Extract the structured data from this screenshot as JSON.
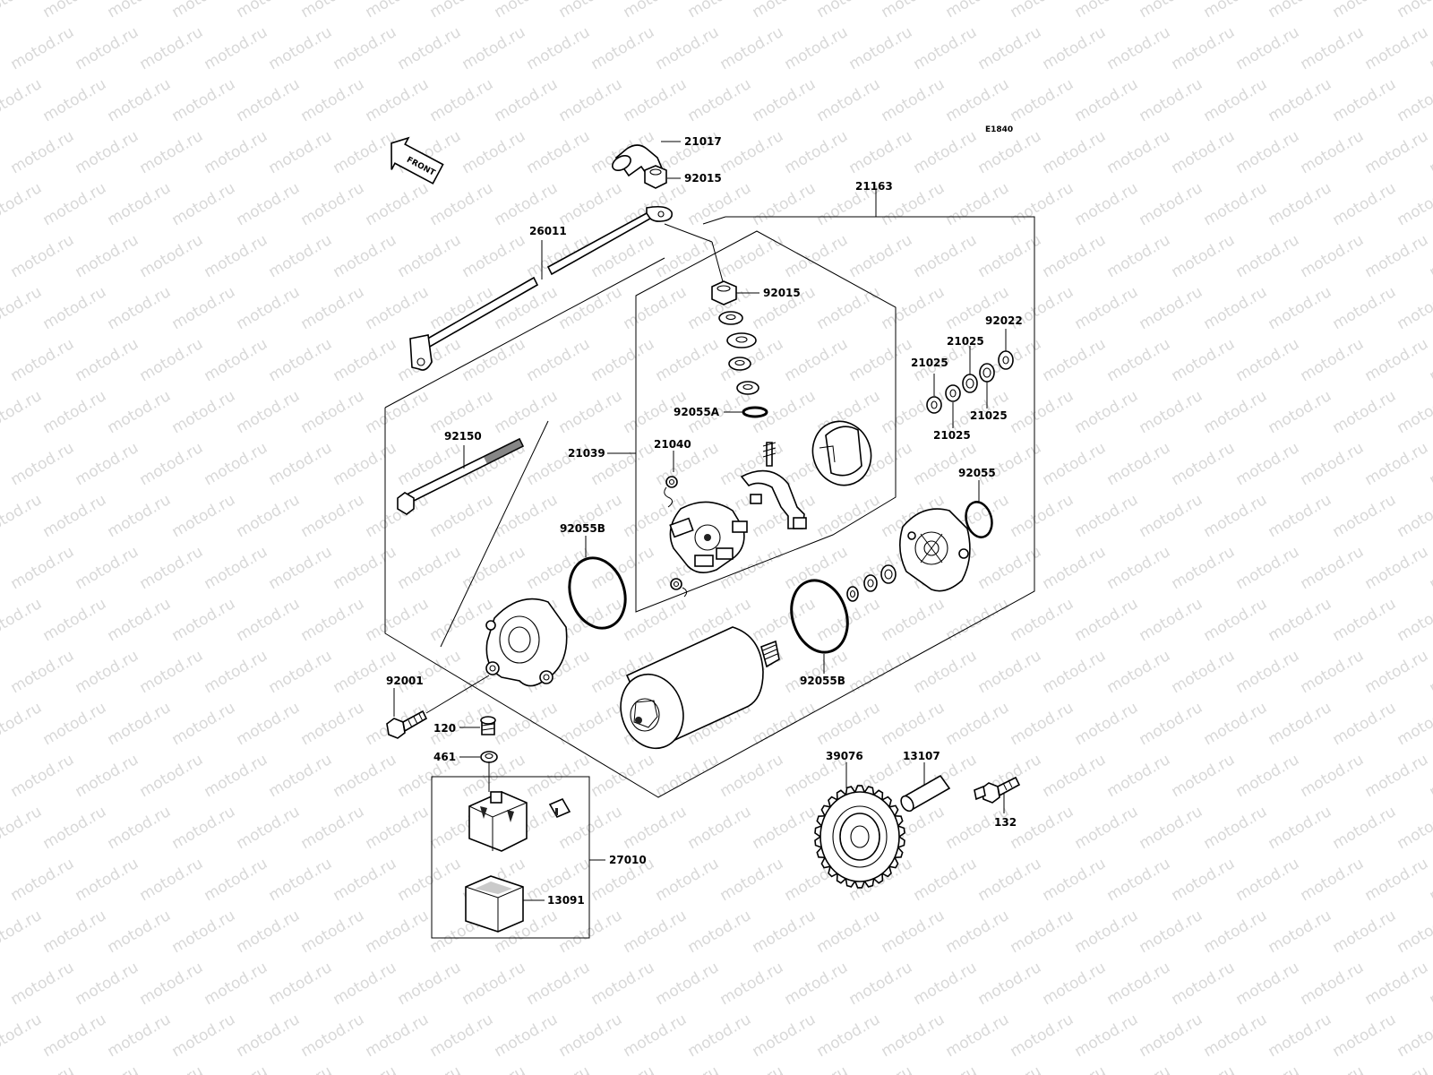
{
  "diagram": {
    "code": "E1840",
    "watermark": "motod.ru",
    "front_label": "FRONT",
    "parts": [
      {
        "id": "p21017",
        "ref": "21017"
      },
      {
        "id": "p92015a",
        "ref": "92015"
      },
      {
        "id": "p21163",
        "ref": "21163"
      },
      {
        "id": "p26011",
        "ref": "26011"
      },
      {
        "id": "p92015b",
        "ref": "92015"
      },
      {
        "id": "p92022",
        "ref": "92022"
      },
      {
        "id": "p21025a",
        "ref": "21025"
      },
      {
        "id": "p21025b",
        "ref": "21025"
      },
      {
        "id": "p21025c",
        "ref": "21025"
      },
      {
        "id": "p21025d",
        "ref": "21025"
      },
      {
        "id": "p92055A",
        "ref": "92055A"
      },
      {
        "id": "p92150",
        "ref": "92150"
      },
      {
        "id": "p21040",
        "ref": "21040"
      },
      {
        "id": "p21039",
        "ref": "21039"
      },
      {
        "id": "p92055",
        "ref": "92055"
      },
      {
        "id": "p92055Ba",
        "ref": "92055B"
      },
      {
        "id": "p92055Bb",
        "ref": "92055B"
      },
      {
        "id": "p92001",
        "ref": "92001"
      },
      {
        "id": "p120",
        "ref": "120"
      },
      {
        "id": "p461",
        "ref": "461"
      },
      {
        "id": "p39076",
        "ref": "39076"
      },
      {
        "id": "p13107",
        "ref": "13107"
      },
      {
        "id": "p132",
        "ref": "132"
      },
      {
        "id": "p27010",
        "ref": "27010"
      },
      {
        "id": "p13091",
        "ref": "13091"
      }
    ]
  }
}
